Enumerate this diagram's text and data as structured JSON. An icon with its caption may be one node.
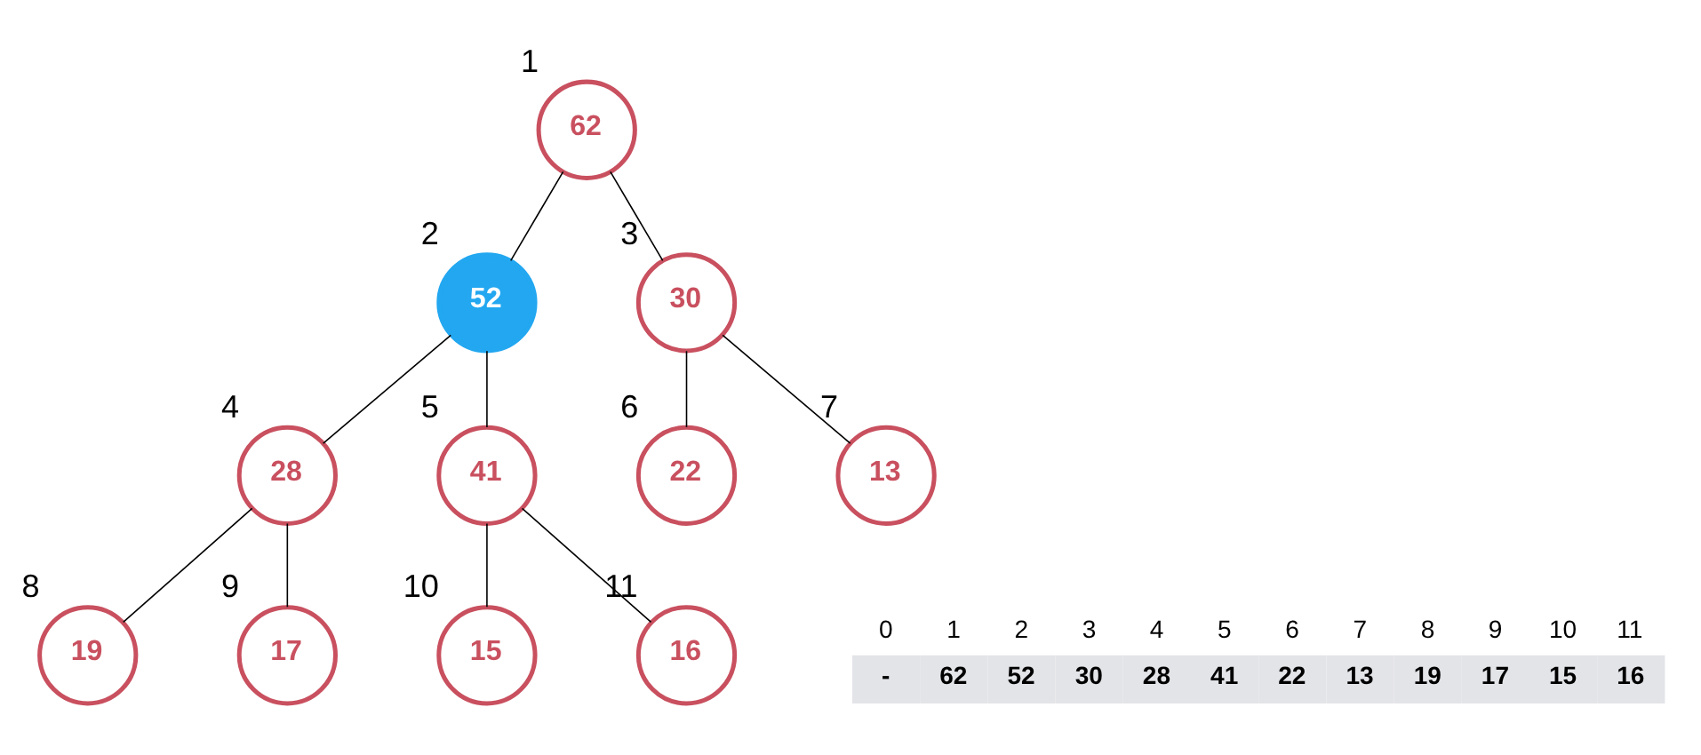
{
  "diagram": {
    "nodes": [
      {
        "text": [
          "62"
        ],
        "beside": [
          "1"
        ]
      },
      {
        "text": [
          "52"
        ],
        "beside": [
          "2"
        ]
      },
      {
        "text": [
          "30"
        ],
        "beside": [
          "3"
        ]
      },
      {
        "text": [
          "28"
        ],
        "beside": [
          "4"
        ]
      },
      {
        "text": [
          "41"
        ],
        "beside": [
          "5"
        ]
      },
      {
        "text": [
          "22"
        ],
        "beside": [
          "6"
        ]
      },
      {
        "text": [
          "13"
        ],
        "beside": [
          "7"
        ]
      },
      {
        "text": [
          "19"
        ],
        "beside": [
          "8"
        ]
      },
      {
        "text": [
          "17"
        ],
        "beside": [
          "9"
        ]
      },
      {
        "text": [
          "15"
        ],
        "beside": [
          "10"
        ]
      },
      {
        "text": [
          "16"
        ],
        "beside": [
          "11"
        ]
      }
    ],
    "edges": [
      {
        "from": 0,
        "to": 1,
        "arrow": "none"
      },
      {
        "from": 0,
        "to": 2,
        "arrow": "none"
      },
      {
        "from": 1,
        "to": 3,
        "arrow": "none"
      },
      {
        "from": 1,
        "to": 4,
        "arrow": "none"
      },
      {
        "from": 2,
        "to": 5,
        "arrow": "none"
      },
      {
        "from": 2,
        "to": 6,
        "arrow": "none"
      },
      {
        "from": 3,
        "to": 7,
        "arrow": "none"
      },
      {
        "from": 3,
        "to": 8,
        "arrow": "none"
      },
      {
        "from": 4,
        "to": 9,
        "arrow": "none"
      },
      {
        "from": 4,
        "to": 10,
        "arrow": "none"
      }
    ],
    "labels": [
      "0",
      "1",
      "2",
      "3",
      "4",
      "5",
      "6",
      "7",
      "8",
      "9",
      "10",
      "11",
      "-",
      "62",
      "52",
      "30",
      "28",
      "41",
      "22",
      "13",
      "19",
      "17",
      "15",
      "16"
    ]
  }
}
